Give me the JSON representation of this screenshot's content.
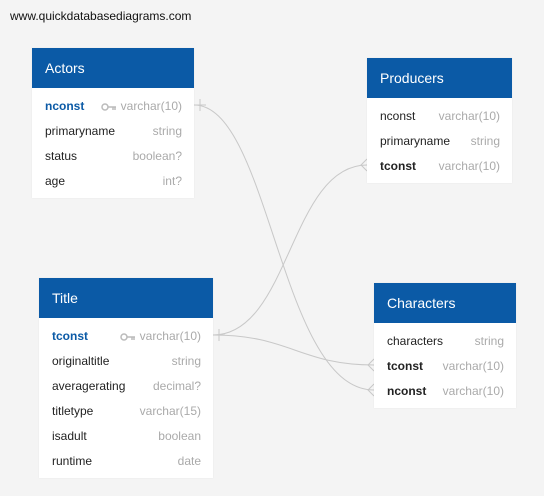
{
  "watermark": "www.quickdatabasediagrams.com",
  "tables": {
    "actors": {
      "title": "Actors",
      "fields": [
        {
          "name": "nconst",
          "type": "varchar(10)"
        },
        {
          "name": "primaryname",
          "type": "string"
        },
        {
          "name": "status",
          "type": "boolean?"
        },
        {
          "name": "age",
          "type": "int?"
        }
      ]
    },
    "producers": {
      "title": "Producers",
      "fields": [
        {
          "name": "nconst",
          "type": "varchar(10)"
        },
        {
          "name": "primaryname",
          "type": "string"
        },
        {
          "name": "tconst",
          "type": "varchar(10)"
        }
      ]
    },
    "title": {
      "title": "Title",
      "fields": [
        {
          "name": "tconst",
          "type": "varchar(10)"
        },
        {
          "name": "originaltitle",
          "type": "string"
        },
        {
          "name": "averagerating",
          "type": "decimal?"
        },
        {
          "name": "titletype",
          "type": "varchar(15)"
        },
        {
          "name": "isadult",
          "type": "boolean"
        },
        {
          "name": "runtime",
          "type": "date"
        }
      ]
    },
    "characters": {
      "title": "Characters",
      "fields": [
        {
          "name": "characters",
          "type": "string"
        },
        {
          "name": "tconst",
          "type": "varchar(10)"
        },
        {
          "name": "nconst",
          "type": "varchar(10)"
        }
      ]
    }
  },
  "colors": {
    "header_bg": "#0b5aa6",
    "canvas_bg": "#f4f4f4",
    "link_line": "#c8c8c8"
  },
  "icons": {
    "primary_key": "key-icon"
  }
}
